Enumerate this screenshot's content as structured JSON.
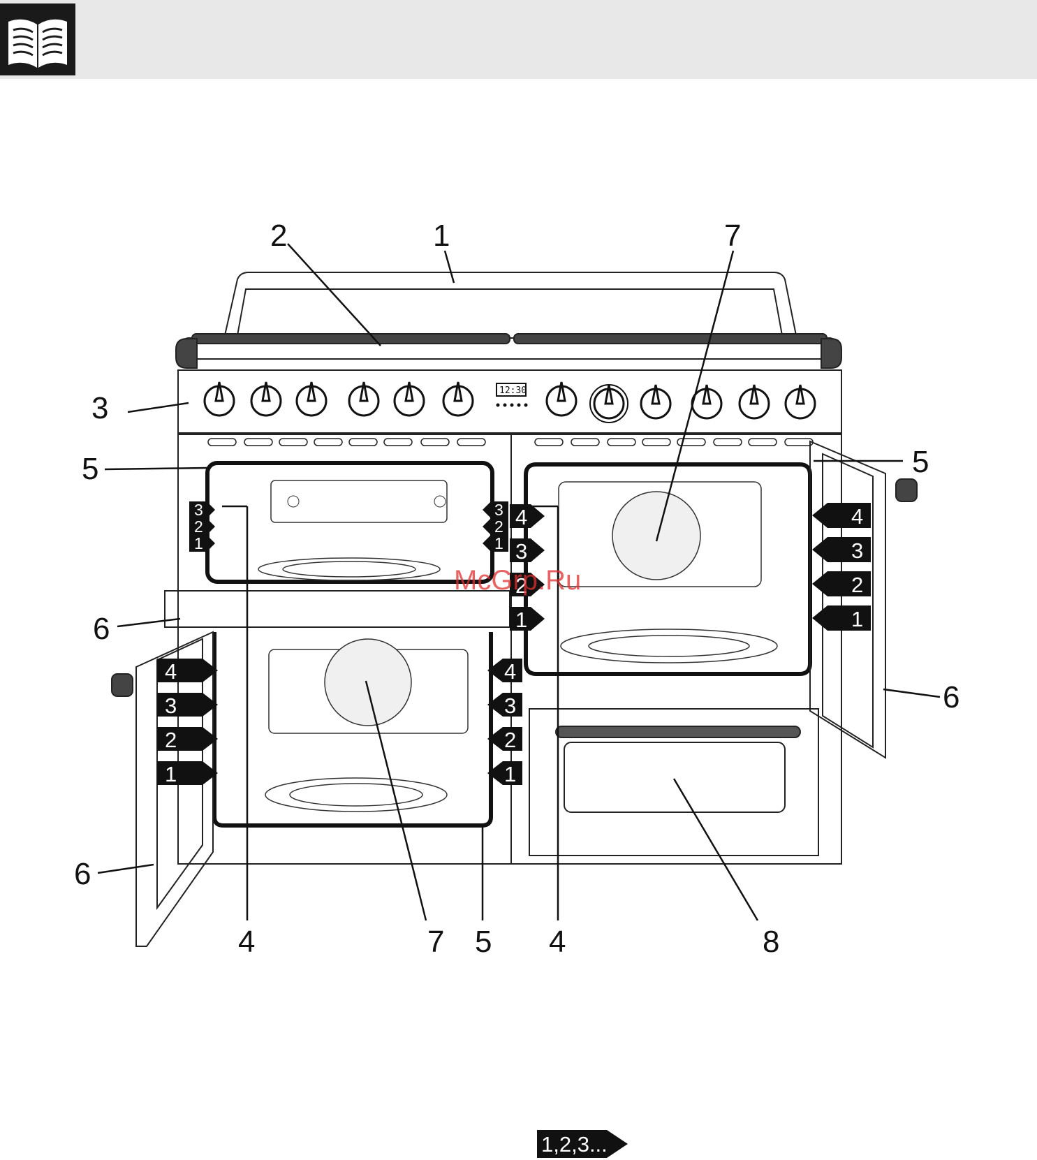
{
  "header": {
    "icon": "open-book-icon",
    "background": "#e8e8e8"
  },
  "callouts": {
    "c1": "1",
    "c2": "2",
    "c3": "3",
    "c4a": "4",
    "c4b": "4",
    "c5a": "5",
    "c5b": "5",
    "c5c": "5",
    "c6a": "6",
    "c6b": "6",
    "c6c": "6",
    "c7a": "7",
    "c7b": "7",
    "c8": "8"
  },
  "clock_display": "12:30",
  "shelf_levels": {
    "top_left_oven": [
      "3",
      "2",
      "1"
    ],
    "bottom_left_oven": [
      "4",
      "3",
      "2",
      "1"
    ],
    "right_oven": [
      "4",
      "3",
      "2",
      "1"
    ]
  },
  "watermark": "McGrp.Ru",
  "footer_ref": "1,2,3...",
  "colors": {
    "ink": "#111111",
    "watermark": "#e03030"
  }
}
